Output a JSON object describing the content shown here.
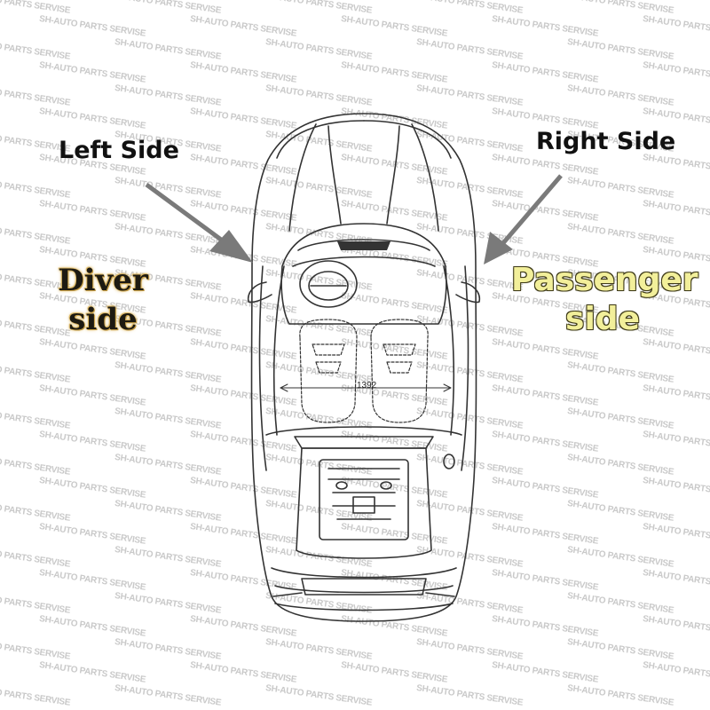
{
  "labels": {
    "left_side": "Left Side",
    "right_side": "Right Side",
    "driver_line1": "Diver",
    "driver_line2": "side",
    "passenger_line1": "Passenger",
    "passenger_line2": "side"
  },
  "dimension": {
    "width_value": "1392"
  },
  "watermark": {
    "text": "SH-AUTO PARTS SERVISE",
    "color": "#c9c9c9"
  },
  "colors": {
    "background": "#ffffff",
    "line": "#333333",
    "arrow": "#7a7a7a",
    "driver_glow": "#d9b35a",
    "passenger_fill": "#f2ef9a"
  },
  "icons": {
    "left_arrow": "arrow-down-right-icon",
    "right_arrow": "arrow-down-left-icon"
  }
}
